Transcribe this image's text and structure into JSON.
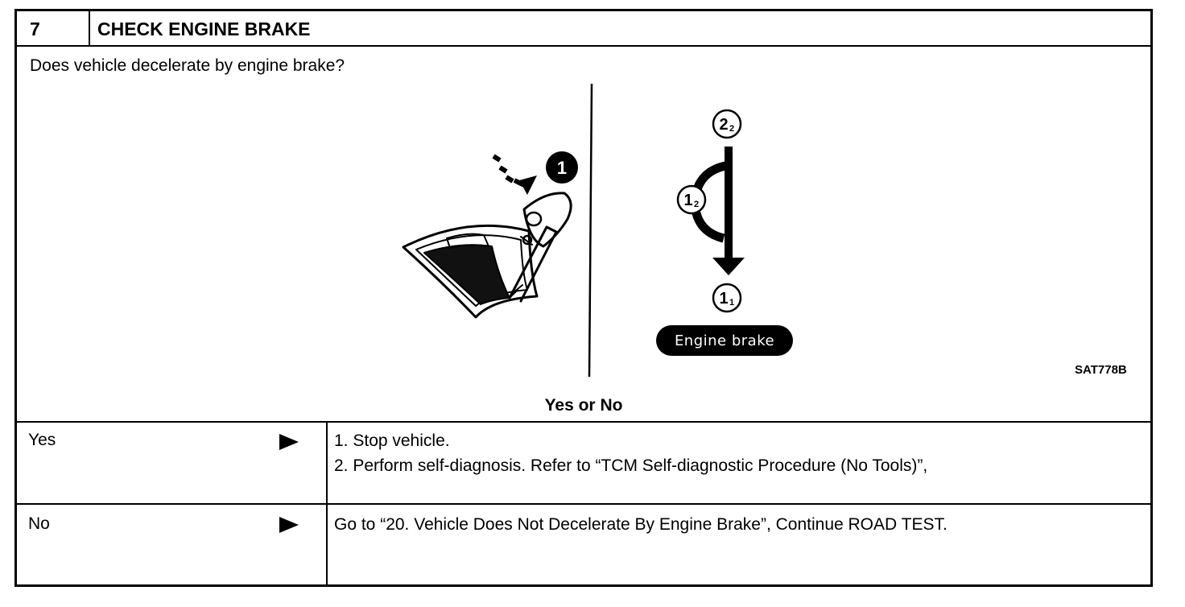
{
  "header": {
    "step_number": "7",
    "title": "CHECK ENGINE BRAKE"
  },
  "question": "Does vehicle decelerate by engine brake?",
  "figure": {
    "code": "SAT778B",
    "callout_1": "1",
    "position_top": "2",
    "position_top_sub": "2",
    "position_mid": "1",
    "position_mid_sub": "2",
    "position_bottom": "1",
    "position_bottom_sub": "1",
    "engine_brake_label": "Engine brake"
  },
  "prompt": "Yes or No",
  "answers": {
    "yes": {
      "label": "Yes",
      "lines": [
        "1.  Stop vehicle.",
        "2.  Perform self-diagnosis. Refer to “TCM Self-diagnostic Procedure (No Tools)”,"
      ]
    },
    "no": {
      "label": "No",
      "lines": [
        "Go to “20. Vehicle Does Not Decelerate By Engine Brake”, Continue ROAD TEST."
      ]
    }
  }
}
